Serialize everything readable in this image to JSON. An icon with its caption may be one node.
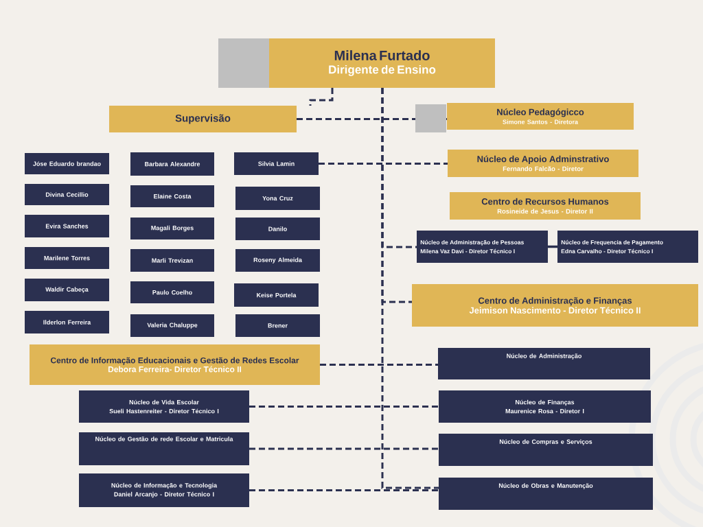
{
  "diagram": {
    "nodes": [
      {
        "text": [
          "Milena Furtado",
          "Dirigente de Ensino"
        ]
      },
      {
        "text": [
          "Supervisão"
        ]
      },
      {
        "text": [
          "Núcleo Pedagógicco",
          "Simone Santos - Diretora"
        ]
      },
      {
        "text": [
          "Jóse Eduardo brandao"
        ]
      },
      {
        "text": [
          "Barbara Alexandre"
        ]
      },
      {
        "text": [
          "Silvia Lamin"
        ]
      },
      {
        "text": [
          "Divina Cecillio"
        ]
      },
      {
        "text": [
          "Elaine Costa"
        ]
      },
      {
        "text": [
          "Yona Cruz"
        ]
      },
      {
        "text": [
          "Evira Sanches"
        ]
      },
      {
        "text": [
          "Magali Borges"
        ]
      },
      {
        "text": [
          "Danilo"
        ]
      },
      {
        "text": [
          "Marilene Torres"
        ]
      },
      {
        "text": [
          "Marli Trevizan"
        ]
      },
      {
        "text": [
          "Roseny Almeida"
        ]
      },
      {
        "text": [
          "Waldir Cabeça"
        ]
      },
      {
        "text": [
          "Paulo Coelho"
        ]
      },
      {
        "text": [
          "Keise Portela"
        ]
      },
      {
        "text": [
          "Ilderlon Ferreira"
        ]
      },
      {
        "text": [
          "Valeria Chaluppe"
        ]
      },
      {
        "text": [
          "Brener"
        ]
      },
      {
        "text": [
          "Núcleo de Apoio Adminstrativo",
          "Fernando Falcão - Diretor"
        ]
      },
      {
        "text": [
          "Centro de Recursos Humanos",
          "Rosineide de Jesus - Diretor II"
        ]
      },
      {
        "text": [
          "Núcleo de Administração de Pessoas",
          "Milena Vaz Davi - Diretor Técnico I"
        ]
      },
      {
        "text": [
          "Núcleo de Frequencia de Pagamento",
          "Edna Carvalho - Diretor Técnico I"
        ]
      },
      {
        "text": [
          "Centro de Administração e Finanças",
          "Jeimison Nascimento - Diretor Técnico II"
        ]
      },
      {
        "text": [
          "Centro de Informação Educacionais e Gestão de Redes Escolar",
          "Debora Ferreira- Diretor Técnico II"
        ]
      },
      {
        "text": [
          "Núcleo de Administração"
        ]
      },
      {
        "text": [
          "Núcleo de Vida Escolar",
          "Sueli Hastenreiter - Diretor Técnico I"
        ]
      },
      {
        "text": [
          "Núcleo de Finanças",
          "Maurenice Rosa - Diretor I"
        ]
      },
      {
        "text": [
          "Núcleo de Gestão de rede Escolar e Matricula"
        ]
      },
      {
        "text": [
          "Núcleo de Compras e Serviços"
        ]
      },
      {
        "text": [
          "Núcleo de Informação e Tecnologia",
          "Daniel Arcanjo - Diretor Técnico I"
        ]
      },
      {
        "text": [
          "Núcleo de Obras e Manutenção"
        ]
      }
    ],
    "edges": [
      {
        "from": 0,
        "to": 1,
        "arrow": "none",
        "style": "dashed"
      },
      {
        "from": 1,
        "to": 2,
        "arrow": "none",
        "style": "dashed"
      },
      {
        "from": 5,
        "to": 21,
        "arrow": "none",
        "style": "dashed"
      },
      {
        "from": 0,
        "to": 23,
        "arrow": "none",
        "style": "dashed"
      },
      {
        "from": 23,
        "to": 24,
        "arrow": "none"
      },
      {
        "from": 0,
        "to": 25,
        "arrow": "none",
        "style": "dashed"
      },
      {
        "from": 26,
        "to": 27,
        "arrow": "none",
        "style": "dashed"
      },
      {
        "from": 28,
        "to": 29,
        "arrow": "none",
        "style": "dashed"
      },
      {
        "from": 30,
        "to": 31,
        "arrow": "none",
        "style": "dashed"
      },
      {
        "from": 32,
        "to": 33,
        "arrow": "none",
        "style": "dashed"
      },
      {
        "from": 0,
        "to": 33,
        "arrow": "none",
        "style": "dashed"
      }
    ]
  }
}
